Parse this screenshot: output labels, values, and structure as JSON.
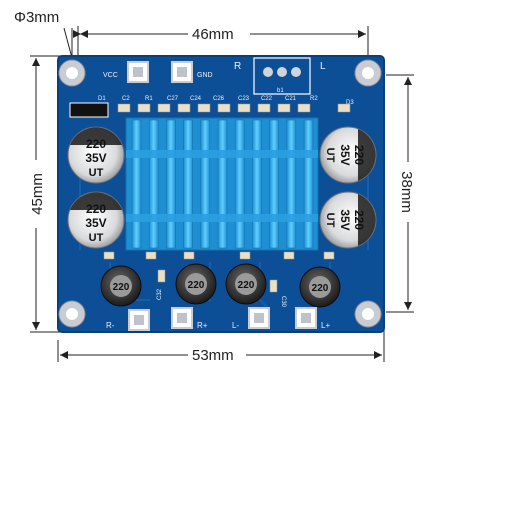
{
  "dimensions": {
    "hole_diameter": "Φ3mm",
    "top_width": "46mm",
    "left_height": "45mm",
    "right_height": "38mm",
    "bottom_width": "53mm"
  },
  "silkscreen": {
    "vcc": "VCC",
    "gnd": "GND",
    "r": "R",
    "l": "L",
    "d1": "D1",
    "d3": "D3",
    "b1": "b1",
    "top_row": [
      "C2",
      "R1",
      "C27",
      "C24",
      "C26",
      "C23",
      "C22",
      "C21",
      "R2"
    ],
    "c32": "C32",
    "c30": "C30",
    "out_r_minus": "R-",
    "out_r_plus": "R+",
    "out_l_minus": "L-",
    "out_l_plus": "L+"
  },
  "capacitor_label": {
    "value": "220",
    "voltage": "35V",
    "mark": "UT"
  },
  "inductor_label": "220",
  "colors": {
    "pcb": "#0d4f96",
    "pcb_edge": "#0a3f7a",
    "heatsink": "#39b4f0",
    "pad": "#c9ccd2",
    "text": "#222222"
  }
}
